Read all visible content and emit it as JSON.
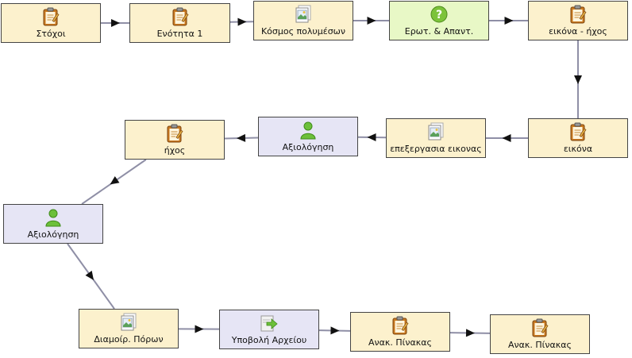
{
  "nodes": [
    {
      "id": "n1",
      "label": "Στόχοι",
      "kind": "task",
      "icon": "clipboard-icon"
    },
    {
      "id": "n2",
      "label": "Ενότητα 1",
      "kind": "task",
      "icon": "clipboard-icon"
    },
    {
      "id": "n3",
      "label": "Κόσμος πολυμέσων",
      "kind": "task",
      "icon": "image-icon"
    },
    {
      "id": "n4",
      "label": "Ερωτ. & Απαντ.",
      "kind": "qa",
      "icon": "question-icon"
    },
    {
      "id": "n5",
      "label": "εικόνα - ήχος",
      "kind": "task",
      "icon": "clipboard-icon"
    },
    {
      "id": "n6",
      "label": "εικόνα",
      "kind": "task",
      "icon": "clipboard-icon"
    },
    {
      "id": "n7",
      "label": "επεξεργασια εικονας",
      "kind": "task",
      "icon": "image-icon"
    },
    {
      "id": "n8",
      "label": "Αξιολόγηση",
      "kind": "assess",
      "icon": "person-icon"
    },
    {
      "id": "n9",
      "label": "ήχος",
      "kind": "task",
      "icon": "clipboard-icon"
    },
    {
      "id": "n10",
      "label": "Αξιολόγηση",
      "kind": "assess",
      "icon": "person-icon"
    },
    {
      "id": "n11",
      "label": "Διαμοίρ. Πόρων",
      "kind": "task",
      "icon": "image-icon"
    },
    {
      "id": "n12",
      "label": "Υποβολή Αρχείου",
      "kind": "assess",
      "icon": "upload-icon"
    },
    {
      "id": "n13",
      "label": "Ανακ. Πίνακας",
      "kind": "task",
      "icon": "clipboard-icon"
    },
    {
      "id": "n14",
      "label": "Ανακ. Πίνακας",
      "kind": "task",
      "icon": "clipboard-icon"
    }
  ],
  "edges": [
    [
      "n1",
      "n2"
    ],
    [
      "n2",
      "n3"
    ],
    [
      "n3",
      "n4"
    ],
    [
      "n4",
      "n5"
    ],
    [
      "n5",
      "n6"
    ],
    [
      "n6",
      "n7"
    ],
    [
      "n7",
      "n8"
    ],
    [
      "n8",
      "n9"
    ],
    [
      "n9",
      "n10"
    ],
    [
      "n10",
      "n11"
    ],
    [
      "n11",
      "n12"
    ],
    [
      "n12",
      "n13"
    ],
    [
      "n13",
      "n14"
    ]
  ]
}
